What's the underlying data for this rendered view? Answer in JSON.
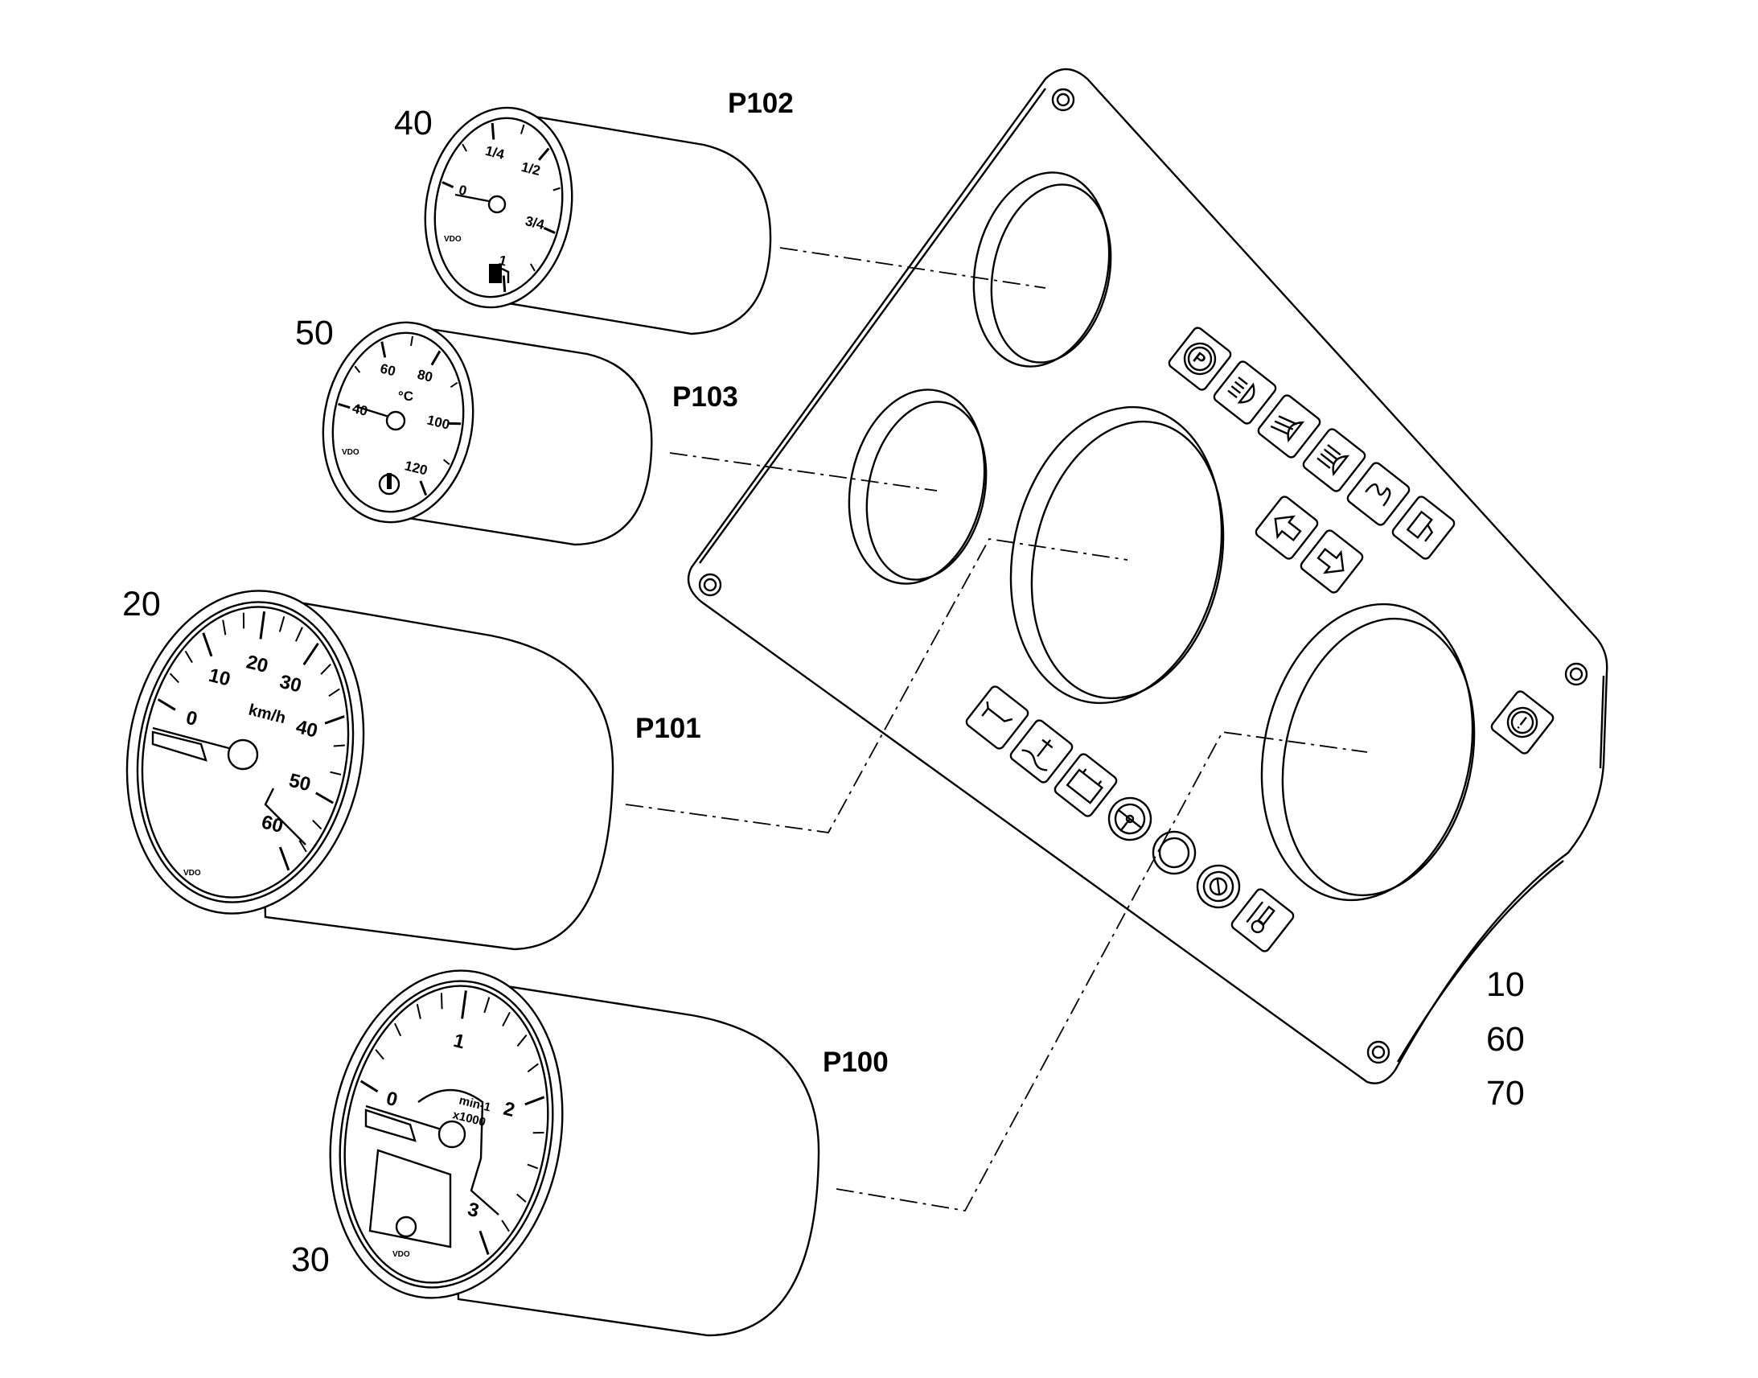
{
  "callouts": {
    "c40": "40",
    "c50": "50",
    "c20": "20",
    "c30": "30",
    "c10": "10",
    "c60": "60",
    "c70": "70"
  },
  "parts": {
    "p102": "P102",
    "p103": "P103",
    "p101": "P101",
    "p100": "P100"
  },
  "fuel_gauge": {
    "ticks": [
      "0",
      "1/4",
      "1/2",
      "3/4",
      "1"
    ],
    "icon": "fuel-pump-icon",
    "brand": "VDO"
  },
  "temp_gauge": {
    "ticks": [
      "40",
      "60",
      "80",
      "100",
      "120"
    ],
    "unit": "°C",
    "icon": "coolant-temperature-icon",
    "brand": "VDO"
  },
  "speedometer": {
    "ticks": [
      "0",
      "10",
      "20",
      "30",
      "40",
      "50",
      "60"
    ],
    "unit": "km/h",
    "brand": "VDO"
  },
  "tachometer": {
    "ticks": [
      "0",
      "1",
      "2",
      "3"
    ],
    "unit_line1": "min-1",
    "unit_line2": "x1000",
    "brand": "VDO"
  },
  "panel_icons": {
    "top_row": [
      "parking-brake-icon",
      "rear-fog-light-icon",
      "low-beam-icon",
      "high-beam-icon",
      "glow-plug-icon",
      "fuel-icon"
    ],
    "arrows": [
      "turn-left-icon",
      "turn-right-icon"
    ],
    "bottom_row": [
      "oil-pressure-icon",
      "coolant-level-icon",
      "battery-icon",
      "steering-icon",
      "brake-icon",
      "brake-warning-icon",
      "hydraulic-oil-temperature-icon"
    ],
    "warning": "warning-icon"
  }
}
